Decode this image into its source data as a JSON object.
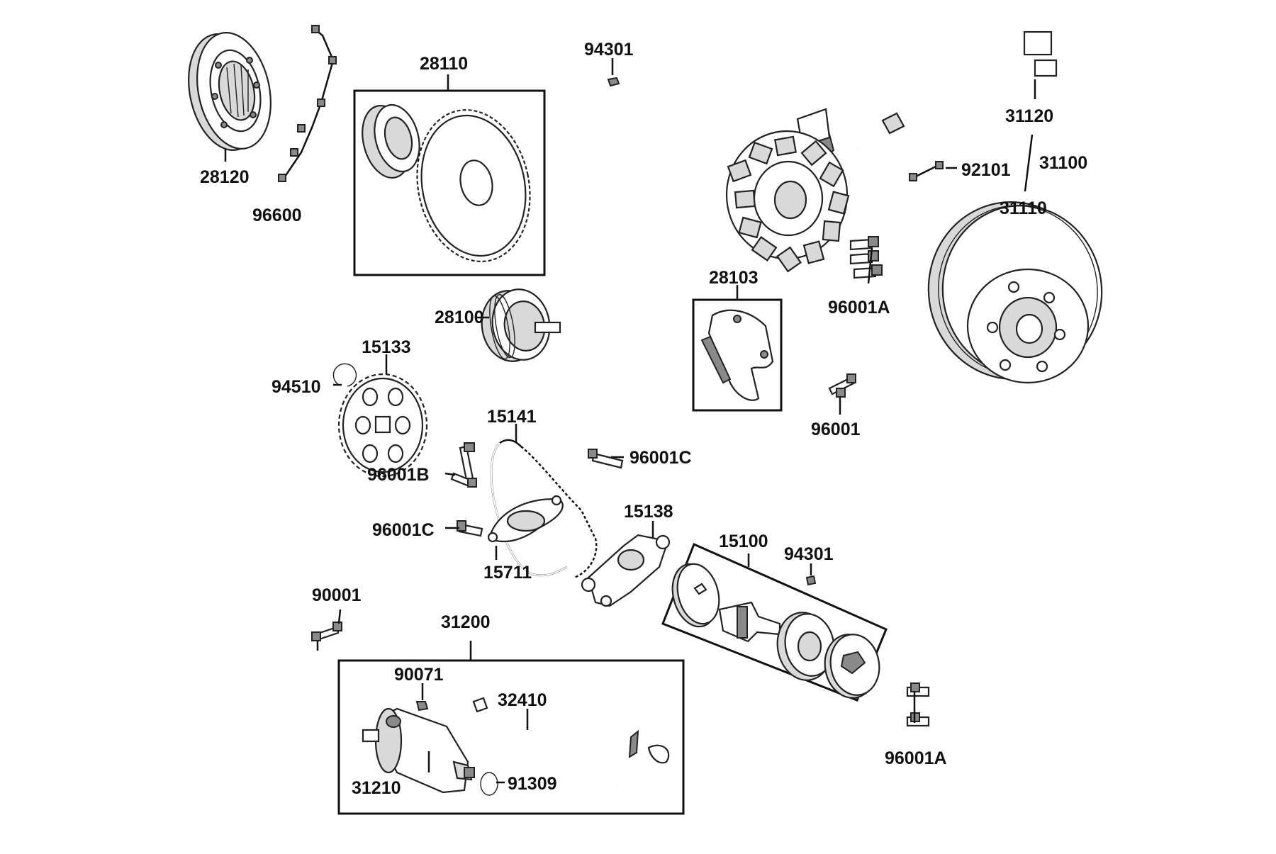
{
  "diagram": {
    "labels": {
      "p28120": "28120",
      "p96600": "96600",
      "p28110": "28110",
      "p94301_top": "94301",
      "p31120": "31120",
      "p92101": "92101",
      "p31100": "31100",
      "p31110": "31110",
      "p28103": "28103",
      "p96001A_upper": "96001A",
      "p28100": "28100",
      "p15133": "15133",
      "p94510": "94510",
      "p96001": "96001",
      "p15141": "15141",
      "p96001C_right": "96001C",
      "p96001B": "96001B",
      "p15138": "15138",
      "p96001C_left": "96001C",
      "p15100": "15100",
      "p94301_mid": "94301",
      "p15711": "15711",
      "p90001": "90001",
      "p31200": "31200",
      "p90071": "90071",
      "p32410": "32410",
      "p91309": "91309",
      "p31210": "31210",
      "p96001A_lower": "96001A"
    }
  }
}
